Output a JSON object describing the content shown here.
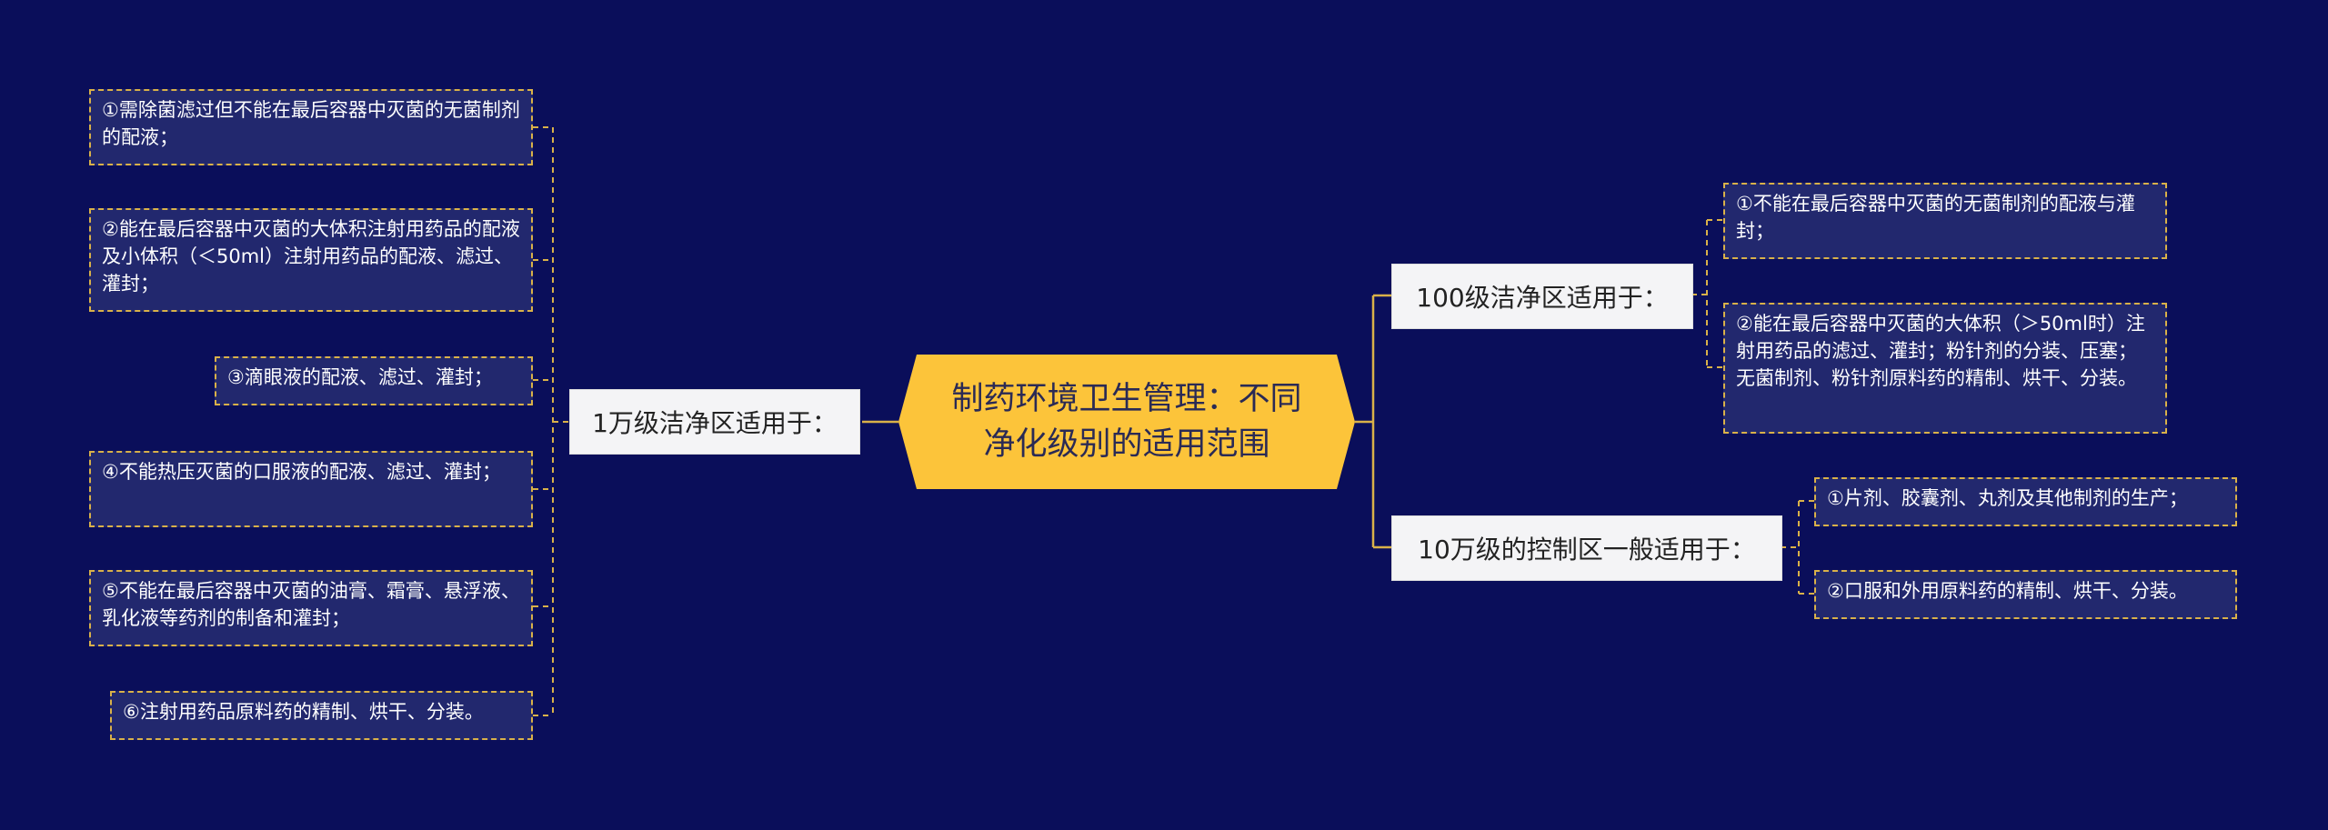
{
  "center": {
    "line1": "制药环境卫生管理：不同",
    "line2": "净化级别的适用范围"
  },
  "left": {
    "category": "1万级洁净区适用于：",
    "items": [
      "①需除菌滤过但不能在最后容器中灭菌的无菌制剂的配液；",
      "②能在最后容器中灭菌的大体积注射用药品的配液及小体积（＜50ml）注射用药品的配液、滤过、灌封；",
      "③滴眼液的配液、滤过、灌封；",
      "④不能热压灭菌的口服液的配液、滤过、灌封；",
      "⑤不能在最后容器中灭菌的油膏、霜膏、悬浮液、乳化液等药剂的制备和灌封；",
      "⑥注射用药品原料药的精制、烘干、分装。"
    ]
  },
  "right_top": {
    "category": "100级洁净区适用于：",
    "items": [
      "①不能在最后容器中灭菌的无菌制剂的配液与灌封；",
      "②能在最后容器中灭菌的大体积（＞50ml时）注射用药品的滤过、灌封；粉针剂的分装、压塞；无菌制剂、粉针剂原料药的精制、烘干、分装。"
    ]
  },
  "right_bottom": {
    "category": "10万级的控制区一般适用于：",
    "items": [
      "①片剂、胶囊剂、丸剂及其他制剂的生产；",
      "②口服和外用原料药的精制、烘干、分装。"
    ]
  },
  "colors": {
    "background": "#0a0e5a",
    "center_fill": "#fcc43a",
    "leaf_fill": "#22286e",
    "dashed_border": "#d9b149"
  }
}
